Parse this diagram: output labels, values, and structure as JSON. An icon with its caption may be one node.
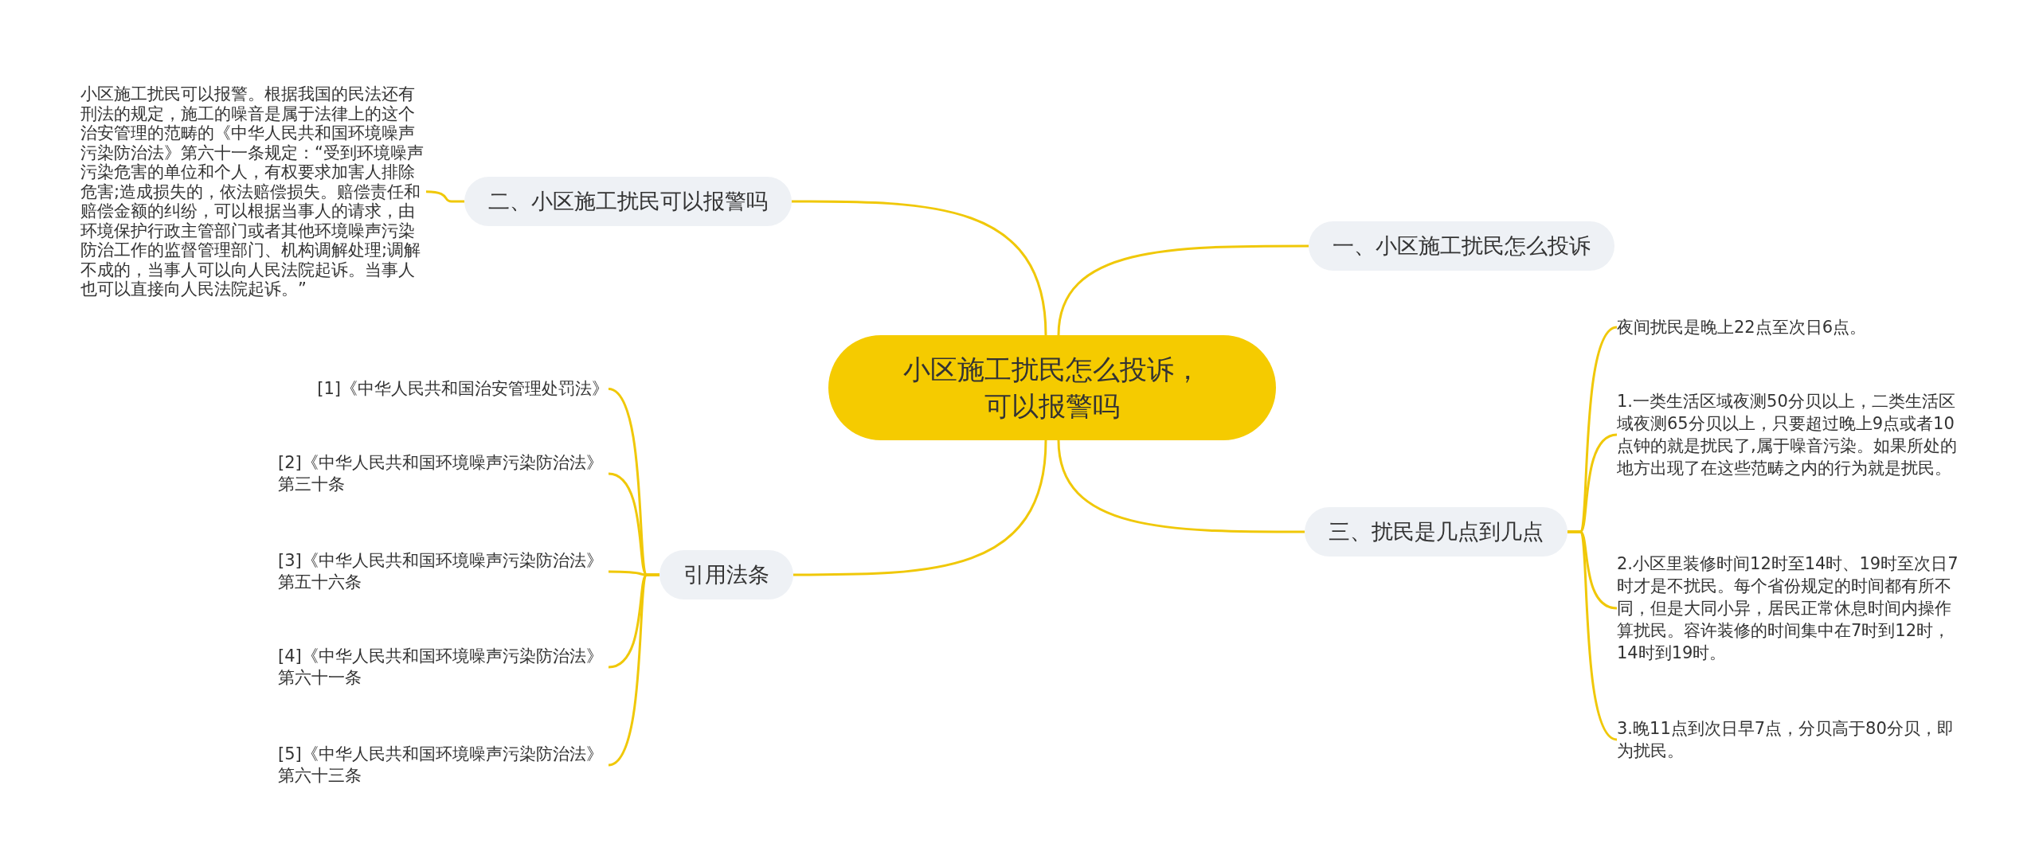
{
  "diagram": {
    "nodes": [
      {
        "text": [
          "小区施工扰民怎么投诉，可以报警吗"
        ]
      },
      {
        "text": [
          "一、小区施工扰民怎么投诉"
        ]
      },
      {
        "text": [
          "二、小区施工扰民可以报警吗"
        ]
      },
      {
        "text": [
          "小区施工扰民可以报警。根据我国的民法还有刑法的规定，施工的噪音是属于法律上的这个治安管理的范畴的《中华人民共和国环境噪声污染防治法》第六十一条规定：“受到环境噪声污染危害的单位和个人，有权要求加害人排除危害;造成损失的，依法赔偿损失。赔偿责任和赔偿金额的纠纷，可以根据当事人的请求，由环境保护行政主管部门或者其他环境噪声污染防治工作的监督管理部门、机构调解处理;调解不成的，当事人可以向人民法院起诉。当事人也可以直接向人民法院起诉。”"
        ]
      },
      {
        "text": [
          "三、扰民是几点到几点"
        ]
      },
      {
        "text": [
          "夜间扰民是晚上22点至次日6点。"
        ]
      },
      {
        "text": [
          "1.一类生活区域夜测50分贝以上，二类生活区域夜测65分贝以上，只要超过晚上9点或者10点钟的就是扰民了,属于噪音污染。如果所处的地方出现了在这些范畴之内的行为就是扰民。"
        ]
      },
      {
        "text": [
          "2.小区里装修时间12时至14时、19时至次日7时才是不扰民。每个省份规定的时间都有所不同，但是大同小异，居民正常休息时间内操作算扰民。容许装修的时间集中在7时到12时，14时到19时。"
        ]
      },
      {
        "text": [
          "3.晚11点到次日早7点，分贝高于80分贝，即为扰民。"
        ]
      },
      {
        "text": [
          "引用法条"
        ]
      },
      {
        "text": [
          "[1]《中华人民共和国治安管理处罚法》"
        ]
      },
      {
        "text": [
          "[2]《中华人民共和国环境噪声污染防治法》第三十条"
        ]
      },
      {
        "text": [
          "[3]《中华人民共和国环境噪声污染防治法》第五十六条"
        ]
      },
      {
        "text": [
          "[4]《中华人民共和国环境噪声污染防治法》第六十一条"
        ]
      },
      {
        "text": [
          "[5]《中华人民共和国环境噪声污染防治法》第六十三条"
        ]
      }
    ],
    "edges": [
      {
        "from": 0,
        "to": 1,
        "arrow": "none"
      },
      {
        "from": 0,
        "to": 2,
        "arrow": "none"
      },
      {
        "from": 0,
        "to": 4,
        "arrow": "none"
      },
      {
        "from": 0,
        "to": 9,
        "arrow": "none"
      },
      {
        "from": 2,
        "to": 3,
        "arrow": "none"
      },
      {
        "from": 4,
        "to": 5,
        "arrow": "none"
      },
      {
        "from": 4,
        "to": 6,
        "arrow": "none"
      },
      {
        "from": 4,
        "to": 7,
        "arrow": "none"
      },
      {
        "from": 4,
        "to": 8,
        "arrow": "none"
      },
      {
        "from": 9,
        "to": 10,
        "arrow": "none"
      },
      {
        "from": 9,
        "to": 11,
        "arrow": "none"
      },
      {
        "from": 9,
        "to": 12,
        "arrow": "none"
      },
      {
        "from": 9,
        "to": 13,
        "arrow": "none"
      },
      {
        "from": 9,
        "to": 14,
        "arrow": "none"
      }
    ]
  }
}
